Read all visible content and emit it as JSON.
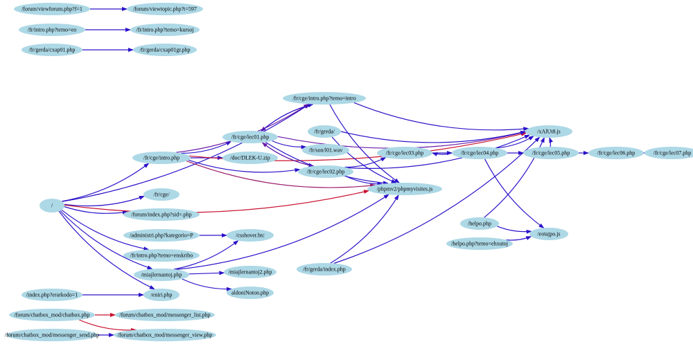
{
  "colors": {
    "node_fill": "#add8e6",
    "edge_blue": "#2a12c8",
    "edge_red": "#c8102e",
    "edge_purple": "#6a1aa8",
    "edge_mauve": "#9a1a6a"
  },
  "nodes": [
    {
      "id": "n_viewforum",
      "label": "/forum/viewforum.php?f=1"
    },
    {
      "id": "n_viewtopic",
      "label": "/forum/viewtopic.php?t=597"
    },
    {
      "id": "n_intro_eo",
      "label": "/fr/intro.php?temo=eo"
    },
    {
      "id": "n_intro_kursoj",
      "label": "/fr/intro.php?temo=kursoj"
    },
    {
      "id": "n_cxap01",
      "label": "/fr/gerda/cxap01.php"
    },
    {
      "id": "n_cxap01gr",
      "label": "/fr/gerda/cxap01gr.php"
    },
    {
      "id": "n_cge_intro_q",
      "label": "/fr/cge/intro.php?temo=intro"
    },
    {
      "id": "n_gerda",
      "label": "/fr/gerda/"
    },
    {
      "id": "n_xalut",
      "label": "/xAlUt8.js"
    },
    {
      "id": "n_lec01",
      "label": "/fr/cge/lec01.php"
    },
    {
      "id": "n_son",
      "label": "/fr/son/l01.wav"
    },
    {
      "id": "n_lec03",
      "label": "/fr/cge/lec03.php"
    },
    {
      "id": "n_lec04",
      "label": "/fr/cge/lec04.php"
    },
    {
      "id": "n_lec05",
      "label": "/fr/cge/lec05.php"
    },
    {
      "id": "n_lec06",
      "label": "/fr/cge/lec06.php"
    },
    {
      "id": "n_lec07",
      "label": "/fr/cge/lec07.php"
    },
    {
      "id": "n_cge_intro",
      "label": "/fr/cge/intro.php"
    },
    {
      "id": "n_dlek",
      "label": "/doc/DLEK-U.zip"
    },
    {
      "id": "n_lec02",
      "label": "/fr/cge/lec02.php"
    },
    {
      "id": "n_phpmv",
      "label": "/phpmv2/phpmyvisites.js"
    },
    {
      "id": "n_fr_cge",
      "label": "/fr/cge/"
    },
    {
      "id": "n_root",
      "label": "/"
    },
    {
      "id": "n_forum_index",
      "label": "/forum/index.php?sid=.php"
    },
    {
      "id": "n_helpo",
      "label": "/helpo.php"
    },
    {
      "id": "n_admin",
      "label": "/administri.php?kategorio=P"
    },
    {
      "id": "n_csshover",
      "label": "/csshover.htc"
    },
    {
      "id": "n_eotajpo",
      "label": "/eotajpo.js"
    },
    {
      "id": "n_helpo_q",
      "label": "/helpo.php?temo=ehxutoj"
    },
    {
      "id": "n_intro_enskribo",
      "label": "/fr/intro.php?temo=enskribo"
    },
    {
      "id": "n_gerda_index",
      "label": "/fr/gerda/index.php"
    },
    {
      "id": "n_mia2",
      "label": "/miajlernantoj2.php"
    },
    {
      "id": "n_mia",
      "label": "/miajlernantoj.php"
    },
    {
      "id": "n_aldoni",
      "label": "aldoniNoton.php"
    },
    {
      "id": "n_index_erar",
      "label": "/index.php?erarkodo=1"
    },
    {
      "id": "n_eniri",
      "label": "/eniri.php"
    },
    {
      "id": "n_chatbox",
      "label": "/forum/chatbox_mod/chatbox.php"
    },
    {
      "id": "n_msg_list",
      "label": "/forum/chatbox_mod/messenger_list.php"
    },
    {
      "id": "n_msg_send",
      "label": "/forum/chatbox_mod/messenger_send.php"
    },
    {
      "id": "n_msg_view",
      "label": "/forum/chatbox_mod/messenger_view.php"
    }
  ],
  "edges": [
    {
      "from": "n_viewforum",
      "to": "n_viewtopic",
      "color": "blue"
    },
    {
      "from": "n_intro_eo",
      "to": "n_intro_kursoj",
      "color": "blue"
    },
    {
      "from": "n_cxap01",
      "to": "n_cxap01gr",
      "color": "blue"
    },
    {
      "from": "n_root",
      "to": "n_cge_intro",
      "color": "blue"
    },
    {
      "from": "n_root",
      "to": "n_fr_cge",
      "color": "blue"
    },
    {
      "from": "n_root",
      "to": "n_forum_index",
      "color": "blue"
    },
    {
      "from": "n_root",
      "to": "n_intro_enskribo",
      "color": "blue"
    },
    {
      "from": "n_root",
      "to": "n_mia",
      "color": "blue"
    },
    {
      "from": "n_root",
      "to": "n_eniri",
      "color": "blue"
    },
    {
      "from": "n_root",
      "to": "n_cge_intro_q",
      "color": "blue"
    },
    {
      "from": "n_root",
      "to": "n_phpmv",
      "color": "red"
    },
    {
      "from": "n_cge_intro",
      "to": "n_lec01",
      "color": "blue"
    },
    {
      "from": "n_cge_intro",
      "to": "n_dlek",
      "color": "blue"
    },
    {
      "from": "n_cge_intro",
      "to": "n_lec02",
      "color": "blue"
    },
    {
      "from": "n_cge_intro",
      "to": "n_cge_intro_q",
      "color": "purple"
    },
    {
      "from": "n_cge_intro",
      "to": "n_xalut",
      "color": "red"
    },
    {
      "from": "n_cge_intro",
      "to": "n_phpmv",
      "color": "mauve"
    },
    {
      "from": "n_cge_intro_q",
      "to": "n_lec01",
      "color": "purple"
    },
    {
      "from": "n_cge_intro_q",
      "to": "n_xalut",
      "color": "blue"
    },
    {
      "from": "n_cge_intro_q",
      "to": "n_phpmv",
      "color": "blue"
    },
    {
      "from": "n_lec01",
      "to": "n_cge_intro_q",
      "color": "blue"
    },
    {
      "from": "n_lec01",
      "to": "n_son",
      "color": "blue"
    },
    {
      "from": "n_lec01",
      "to": "n_lec02",
      "color": "blue"
    },
    {
      "from": "n_lec01",
      "to": "n_phpmv",
      "color": "blue"
    },
    {
      "from": "n_lec01",
      "to": "n_xalut",
      "color": "purple"
    },
    {
      "from": "n_lec02",
      "to": "n_lec01",
      "color": "purple"
    },
    {
      "from": "n_lec02",
      "to": "n_lec03",
      "color": "blue"
    },
    {
      "from": "n_lec02",
      "to": "n_phpmv",
      "color": "blue"
    },
    {
      "from": "n_lec02",
      "to": "n_xalut",
      "color": "blue"
    },
    {
      "from": "n_lec03",
      "to": "n_lec04",
      "color": "blue"
    },
    {
      "from": "n_lec04",
      "to": "n_lec03",
      "color": "blue"
    },
    {
      "from": "n_lec04",
      "to": "n_lec05",
      "color": "blue"
    },
    {
      "from": "n_lec04",
      "to": "n_xalut",
      "color": "blue"
    },
    {
      "from": "n_lec04",
      "to": "n_eotajpo",
      "color": "blue"
    },
    {
      "from": "n_lec05",
      "to": "n_lec06",
      "color": "blue"
    },
    {
      "from": "n_lec05",
      "to": "n_xalut",
      "color": "blue"
    },
    {
      "from": "n_lec06",
      "to": "n_lec07",
      "color": "blue"
    },
    {
      "from": "n_gerda",
      "to": "n_xalut",
      "color": "blue"
    },
    {
      "from": "n_gerda",
      "to": "n_phpmv",
      "color": "blue"
    },
    {
      "from": "n_helpo",
      "to": "n_xalut",
      "color": "blue"
    },
    {
      "from": "n_helpo",
      "to": "n_eotajpo",
      "color": "blue"
    },
    {
      "from": "n_helpo_q",
      "to": "n_eotajpo",
      "color": "blue"
    },
    {
      "from": "n_admin",
      "to": "n_csshover",
      "color": "blue"
    },
    {
      "from": "n_mia",
      "to": "n_csshover",
      "color": "blue"
    },
    {
      "from": "n_mia",
      "to": "n_mia2",
      "color": "blue"
    },
    {
      "from": "n_mia",
      "to": "n_aldoni",
      "color": "blue"
    },
    {
      "from": "n_mia",
      "to": "n_phpmv",
      "color": "blue"
    },
    {
      "from": "n_gerda_index",
      "to": "n_phpmv",
      "color": "blue"
    },
    {
      "from": "n_gerda_index",
      "to": "n_xalut",
      "color": "blue"
    },
    {
      "from": "n_index_erar",
      "to": "n_eniri",
      "color": "blue"
    },
    {
      "from": "n_chatbox",
      "to": "n_msg_list",
      "color": "red"
    },
    {
      "from": "n_chatbox",
      "to": "n_msg_view",
      "color": "red"
    },
    {
      "from": "n_msg_send",
      "to": "n_msg_view",
      "color": "blue"
    }
  ]
}
